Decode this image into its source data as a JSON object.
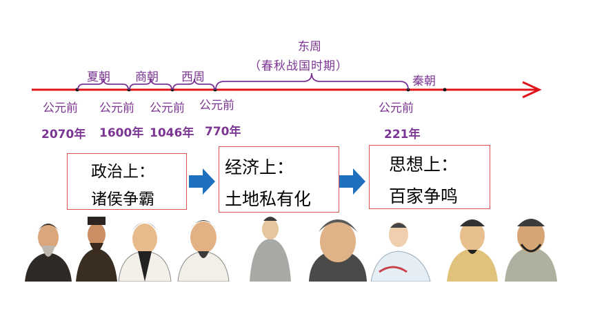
{
  "colors": {
    "timeline": "#e0141b",
    "label": "#7b3592",
    "box_border": "#d9534f",
    "arrow": "#1f6fbf"
  },
  "timeline": {
    "eras": [
      {
        "name": "夏朝"
      },
      {
        "name": "商朝"
      },
      {
        "name": "西周"
      },
      {
        "name": "东周",
        "subtitle": "（春秋战国时期）"
      },
      {
        "name": "秦朝"
      }
    ],
    "dates": [
      {
        "prefix": "公元前",
        "year": "2070年"
      },
      {
        "prefix": "公元前",
        "year": "1600年"
      },
      {
        "prefix": "公元前",
        "year": "1046年"
      },
      {
        "prefix": "公元前",
        "year": "770年"
      },
      {
        "prefix": "公元前",
        "year": "221年"
      }
    ]
  },
  "boxes": [
    {
      "title": "政治上：",
      "content": "诸侯争霸"
    },
    {
      "title": "经济上：",
      "content": "土地私有化"
    },
    {
      "title": "思想上：",
      "content": "百家争鸣"
    }
  ]
}
